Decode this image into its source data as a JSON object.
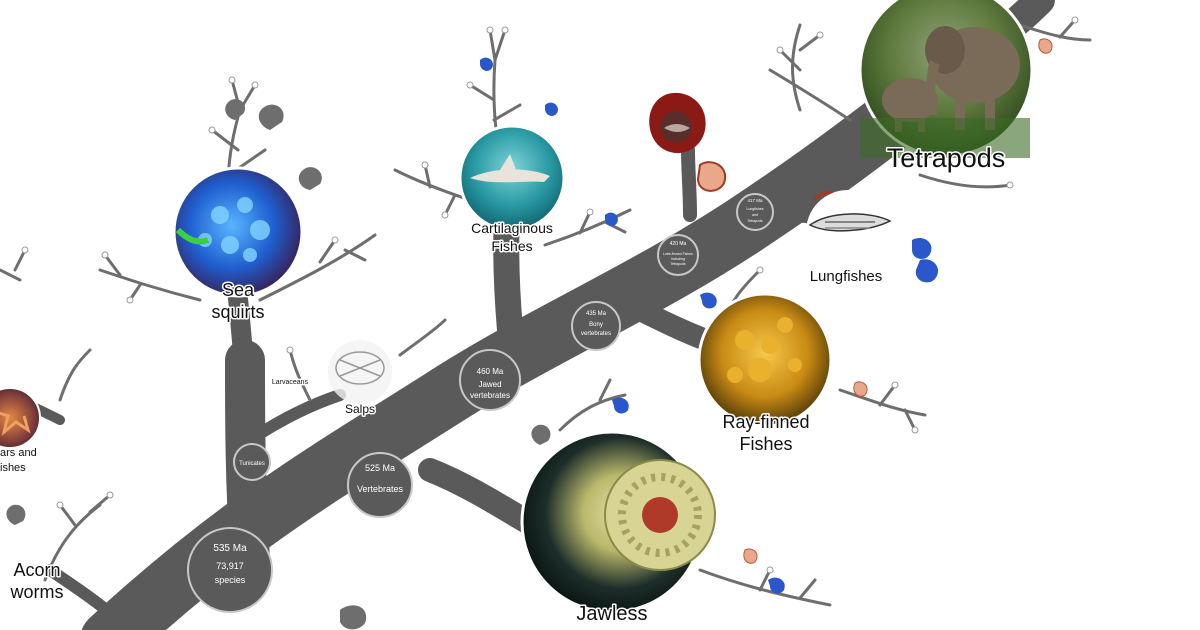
{
  "clades": {
    "tetrapods": "Tetrapods",
    "lungfishes": "Lungfishes",
    "ray_finned_line1": "Ray-finned",
    "ray_finned_line2": "Fishes",
    "cartilaginous_line1": "Cartilaginous",
    "cartilaginous_line2": "Fishes",
    "sea_squirts_line1": "Sea",
    "sea_squirts_line2": "squirts",
    "salps": "Salps",
    "larvaceans": "Larvaceans",
    "jawless": "Jawless",
    "acorn_worms_line1": "Acorn",
    "acorn_worms_line2": "worms",
    "sea_stars_line1": "ars and",
    "sea_stars_line2": "ishes"
  },
  "nodes": {
    "root": {
      "age": "535 Ma",
      "species": "73,917",
      "species_label": "species"
    },
    "vertebrates": {
      "age": "525 Ma",
      "name": "Vertebrates"
    },
    "tunicates": {
      "name": "Tunicates"
    },
    "jawed": {
      "age": "460 Ma",
      "name_line1": "Jawed",
      "name_line2": "vertebrates"
    },
    "bony": {
      "age": "435 Ma",
      "name_line1": "Bony",
      "name_line2": "vertebrates"
    },
    "lobe_finned": {
      "age": "420 Ma",
      "name_line1": "Lobe-finned Fishes",
      "name_line2": "including",
      "name_line3": "Tetrapods"
    },
    "lungfish_tetrapods": {
      "age": "417 Ma",
      "name_line1": "Lungfishes",
      "name_line2": "and",
      "name_line3": "Tetrapods"
    }
  },
  "colors": {
    "trunk": "#5a5a5a",
    "node_ring": "#c8c8c8",
    "leaf_gray": "#6e6e6e",
    "leaf_blue": "#2a57c9",
    "leaf_red": "#d9694c",
    "leaf_darkred": "#8b1a14",
    "leaf_peach": "#e9a88a"
  }
}
